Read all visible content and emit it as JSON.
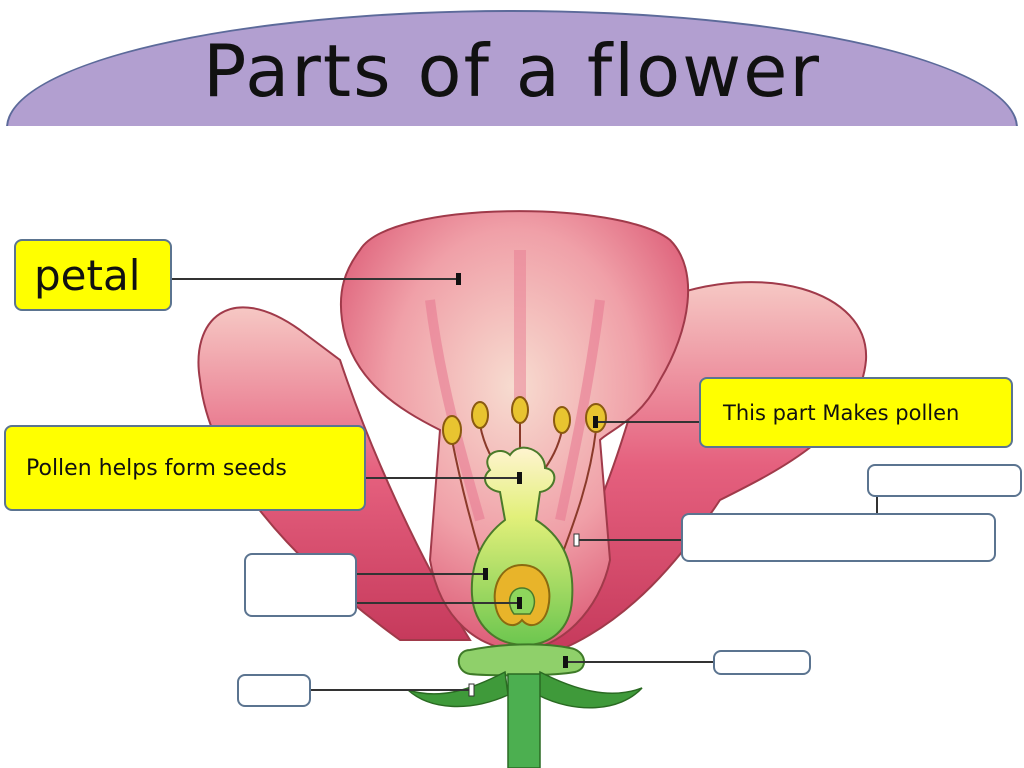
{
  "title": "Parts of a flower",
  "labels": {
    "petal": "petal",
    "pollen_helps": "Pollen helps form seeds",
    "makes_pollen": "This part Makes pollen"
  },
  "colors": {
    "title_banner": "#b29fd0",
    "label_fill": "#ffff00",
    "petal_pink": "#e56a8e",
    "stem_green": "#4caf50",
    "anther_yellow": "#e8c430"
  }
}
